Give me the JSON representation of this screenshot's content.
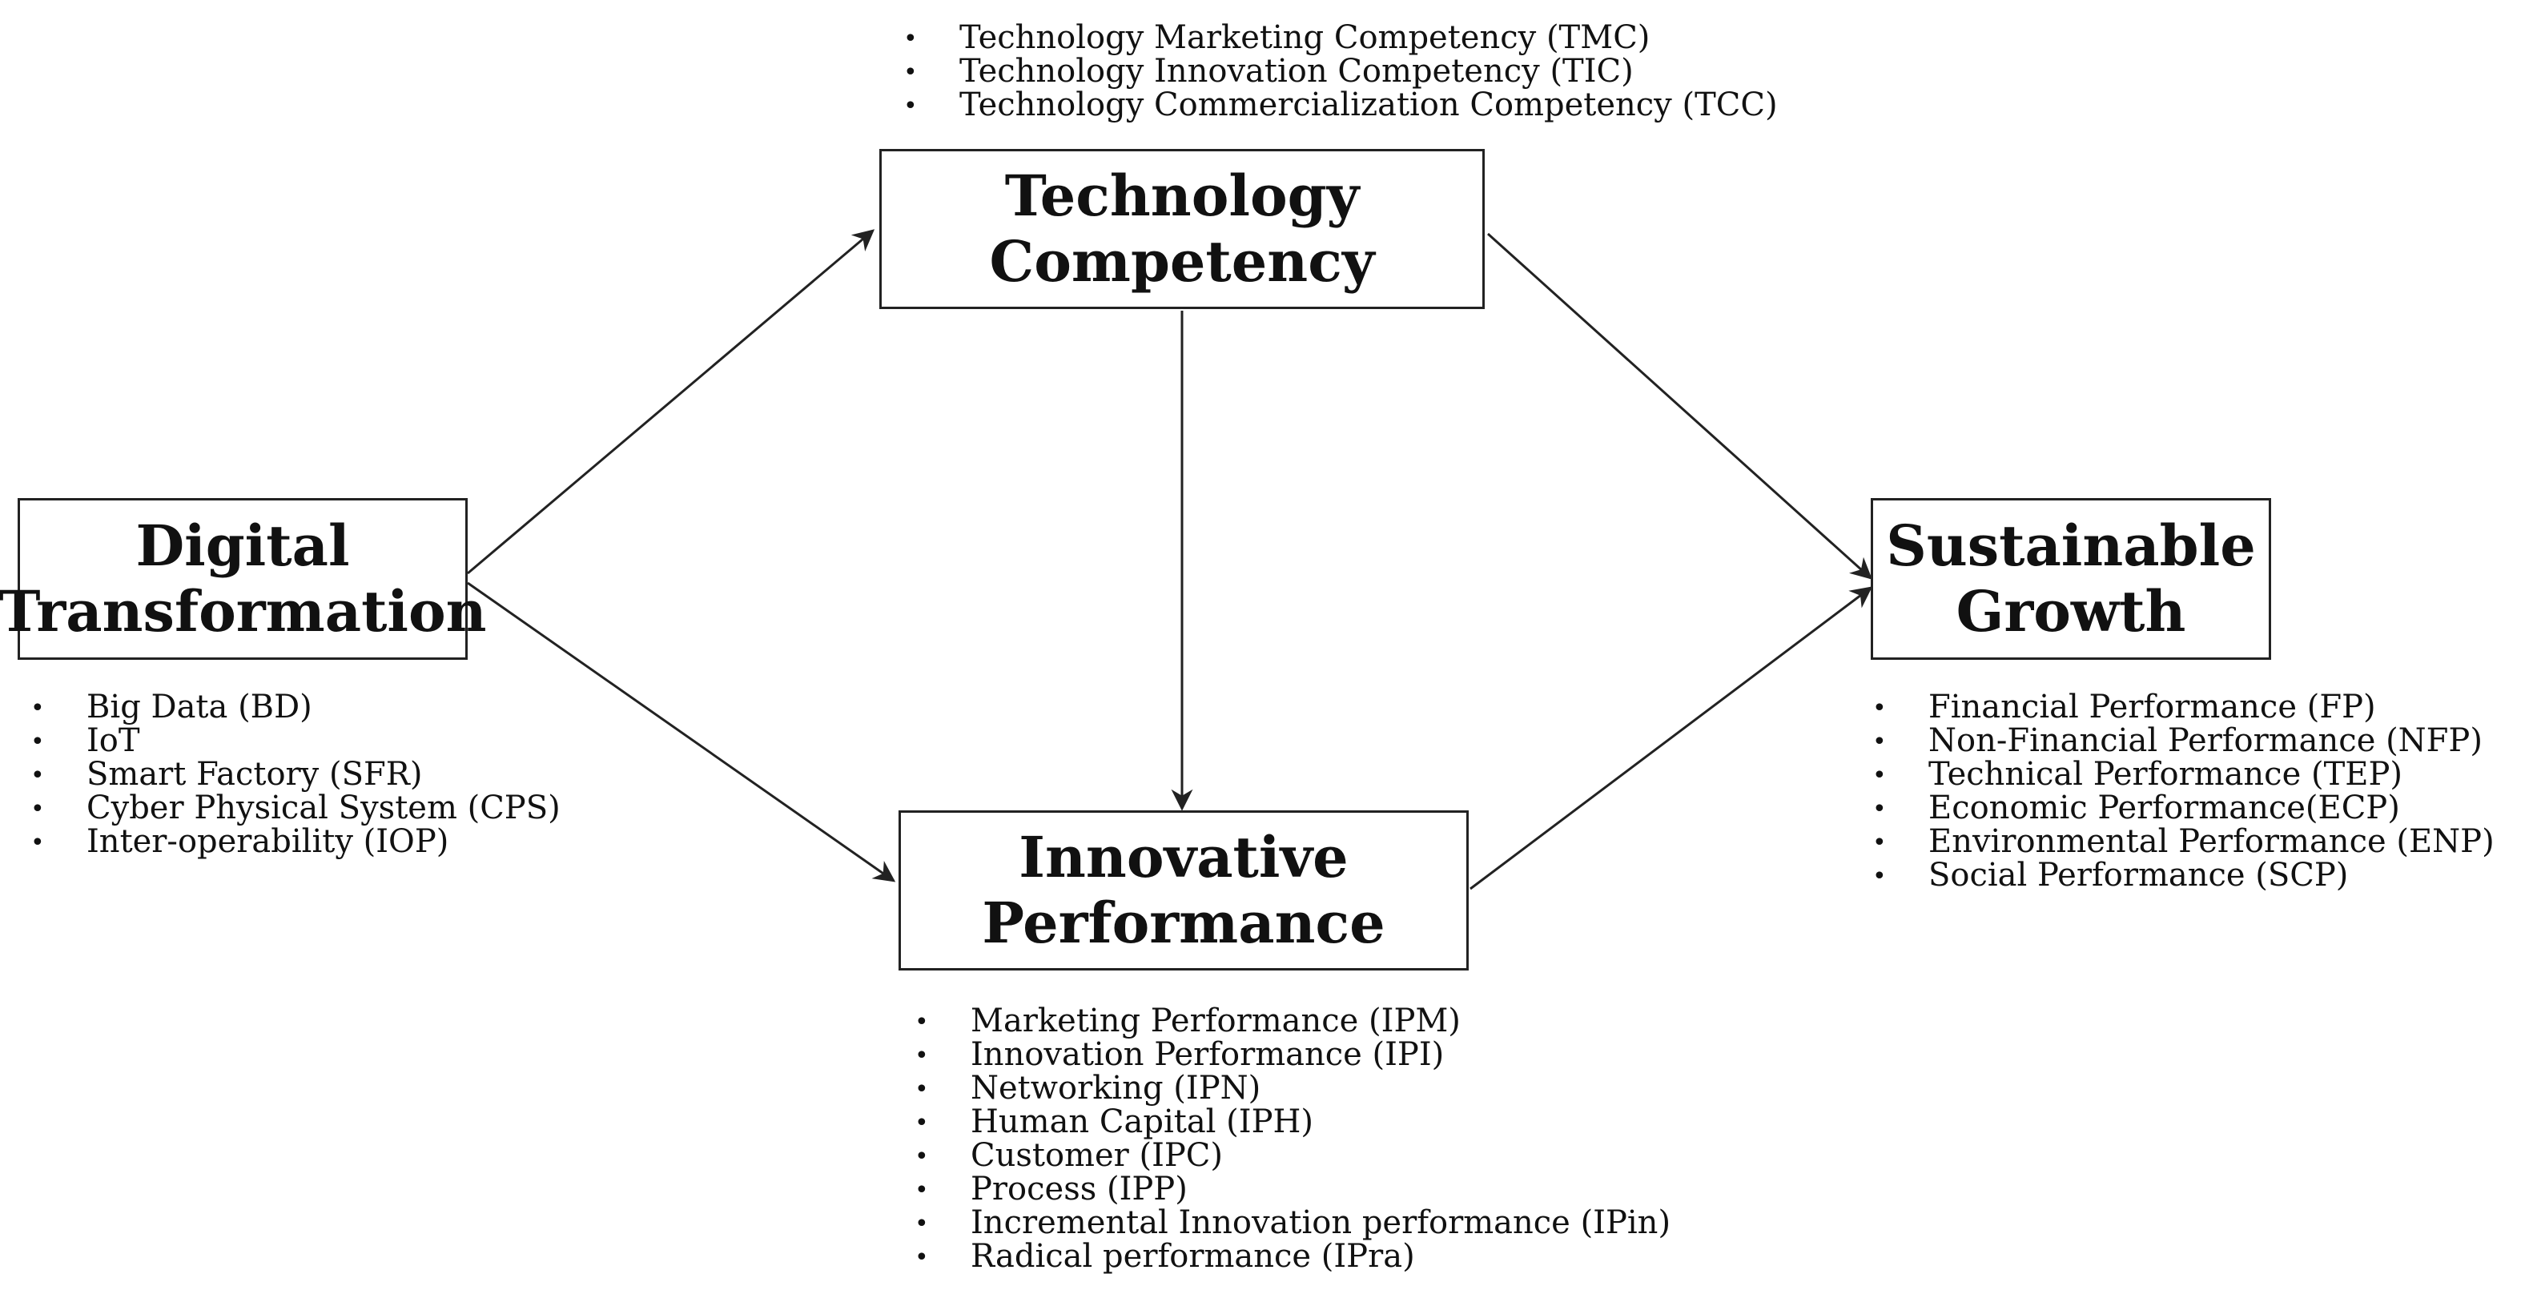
{
  "nodes": {
    "technology_competency": {
      "title_lines": [
        "Technology",
        "Competency"
      ],
      "items": [
        "Technology Marketing Competency (TMC)",
        "Technology Innovation Competency (TIC)",
        "Technology Commercialization Competency (TCC)"
      ]
    },
    "digital_transformation": {
      "title_lines": [
        "Digital",
        "Transformation"
      ],
      "items": [
        "Big Data (BD)",
        "IoT",
        "Smart Factory (SFR)",
        "Cyber Physical System (CPS)",
        "Inter-operability (IOP)"
      ]
    },
    "innovative_performance": {
      "title_lines": [
        "Innovative",
        "Performance"
      ],
      "items": [
        "Marketing Performance (IPM)",
        "Innovation Performance (IPI)",
        "Networking (IPN)",
        "Human Capital (IPH)",
        "Customer (IPC)",
        "Process (IPP)",
        "Incremental Innovation performance (IPin)",
        "Radical performance (IPra)"
      ]
    },
    "sustainable_growth": {
      "title_lines": [
        "Sustainable",
        "Growth"
      ],
      "items": [
        "Financial Performance (FP)",
        "Non-Financial Performance (NFP)",
        "Technical Performance (TEP)",
        "Economic Performance(ECP)",
        "Environmental Performance (ENP)",
        "Social Performance (SCP)"
      ]
    }
  },
  "edges": [
    {
      "from": "digital_transformation",
      "to": "technology_competency"
    },
    {
      "from": "digital_transformation",
      "to": "innovative_performance"
    },
    {
      "from": "technology_competency",
      "to": "innovative_performance"
    },
    {
      "from": "technology_competency",
      "to": "sustainable_growth"
    },
    {
      "from": "innovative_performance",
      "to": "sustainable_growth"
    }
  ],
  "colors": {
    "line": "#222222",
    "box_border": "#222222",
    "background": "#ffffff"
  }
}
